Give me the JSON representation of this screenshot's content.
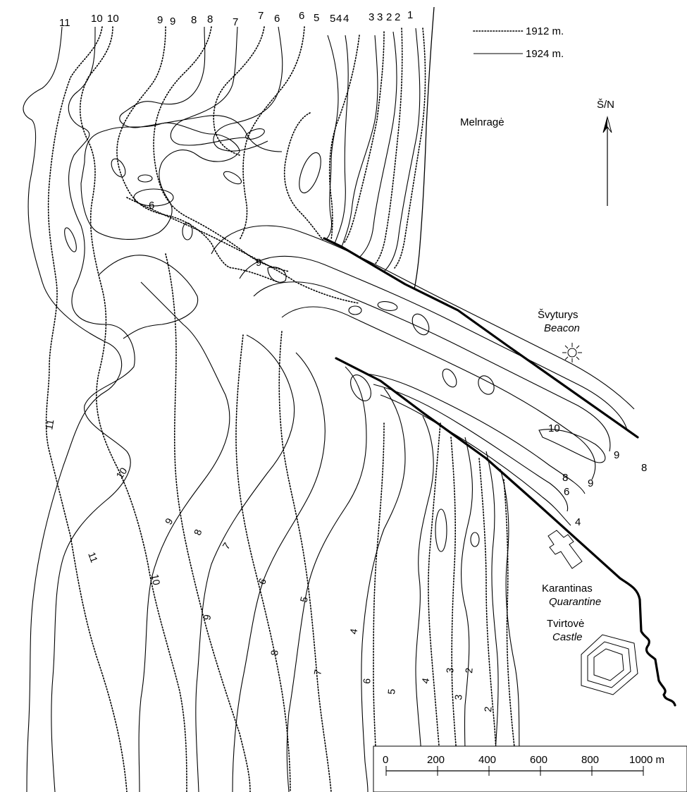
{
  "legend": {
    "dotted_label": "1912 m.",
    "solid_label": "1924 m."
  },
  "north": {
    "label": "Š/N"
  },
  "places": {
    "melnrage": "Melnragė",
    "beacon_lt": "Švyturys",
    "beacon_en": "Beacon",
    "quarantine_lt": "Karantinas",
    "quarantine_en": "Quarantine",
    "castle_lt": "Tvirtovė",
    "castle_en": "Castle"
  },
  "scale_bar": {
    "ticks": [
      "0",
      "200",
      "400",
      "600",
      "800",
      "1000 m"
    ]
  },
  "top_labels": [
    "11",
    "10",
    "10",
    "9",
    "9",
    "8",
    "8",
    "7",
    "7",
    "6",
    "6",
    "5",
    "5",
    "4",
    "4",
    "3",
    "3",
    "2",
    "2",
    "1"
  ],
  "channel_labels": [
    "9",
    "6",
    "10",
    "9",
    "8",
    "8",
    "9",
    "6",
    "4"
  ],
  "bottom_labels": [
    "11",
    "10",
    "11",
    "9",
    "10",
    "8",
    "9",
    "7",
    "8",
    "6",
    "7",
    "5",
    "6",
    "4",
    "5",
    "4",
    "3",
    "3",
    "2",
    "2"
  ]
}
